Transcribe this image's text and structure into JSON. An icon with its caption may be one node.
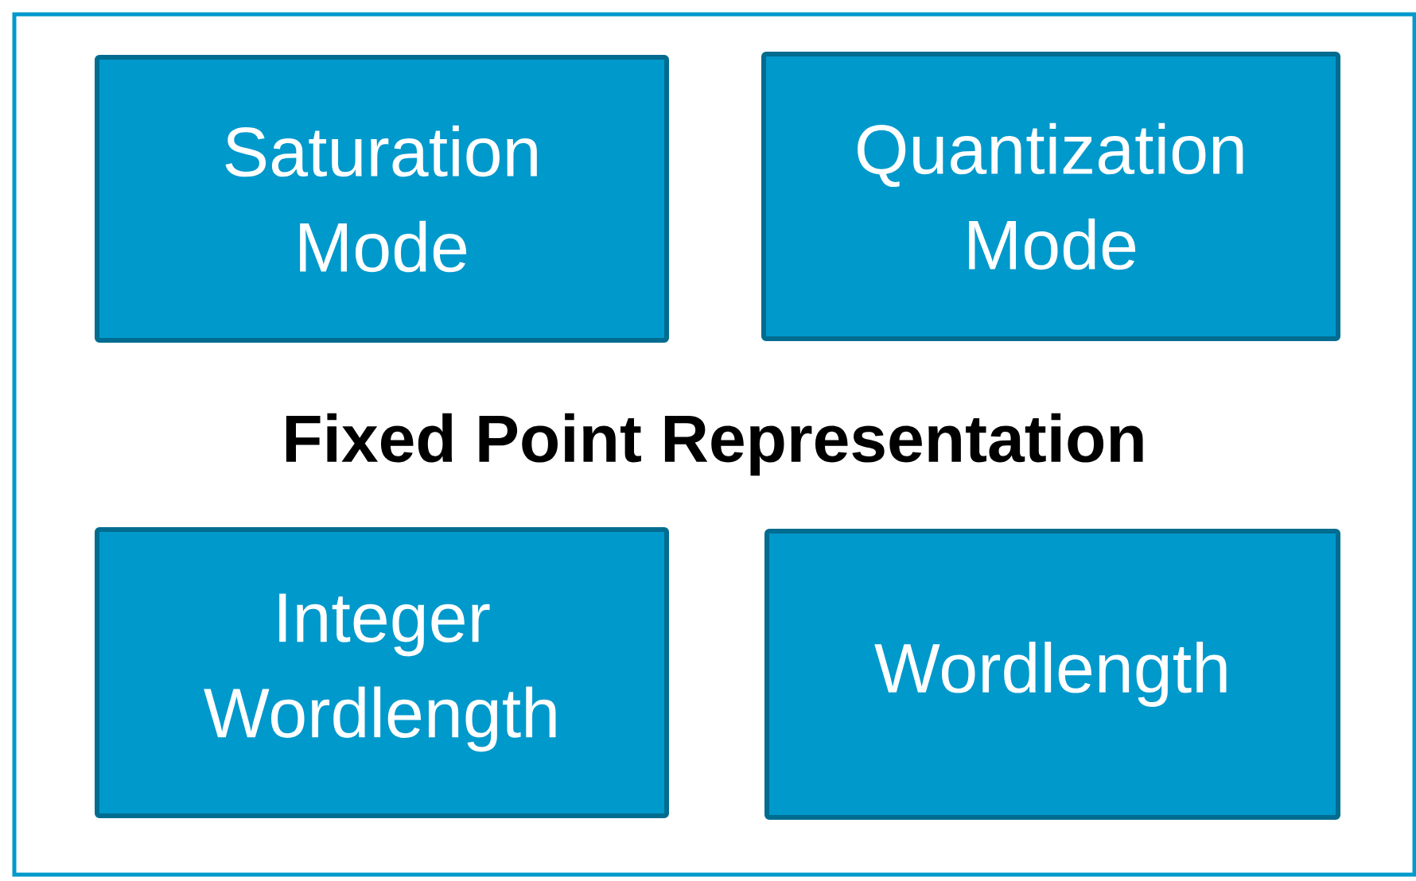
{
  "diagram": {
    "nodes": [
      {
        "text": [
          "Fixed Point Representation"
        ]
      },
      {
        "text": [
          "Saturation Mode"
        ],
        "in": 0
      },
      {
        "text": [
          "Quantization Mode"
        ],
        "in": 0
      },
      {
        "text": [
          "Integer Wordlength"
        ],
        "in": 0
      },
      {
        "text": [
          "Wordlength"
        ],
        "in": 0
      }
    ],
    "edges": []
  }
}
